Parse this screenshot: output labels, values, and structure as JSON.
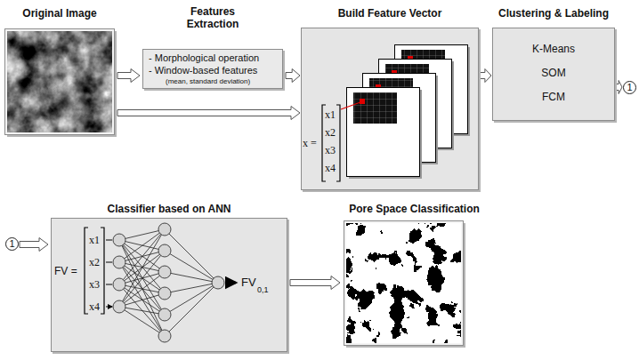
{
  "diagram": {
    "nodes": [
      {
        "text": [
          "Original Image"
        ]
      },
      {
        "text": [
          "Features Extraction",
          "- Morphological operation",
          "- Window-based features",
          "(mean, standard deviation)"
        ]
      },
      {
        "text": [
          "Build Feature Vector"
        ]
      },
      {
        "text": [
          "Clustering & Labeling",
          "K-Means",
          "SOM",
          "FCM"
        ]
      },
      {
        "text": [
          "1"
        ]
      },
      {
        "text": [
          "1"
        ]
      },
      {
        "text": [
          "Classifier based on ANN"
        ]
      },
      {
        "text": [
          "Pore Space Classification"
        ]
      }
    ],
    "edges": [
      {
        "from": 0,
        "to": 1,
        "arrow": "to"
      },
      {
        "from": 0,
        "to": 2,
        "arrow": "to"
      },
      {
        "from": 1,
        "to": 2,
        "arrow": "to"
      },
      {
        "from": 2,
        "to": 3,
        "arrow": "to"
      },
      {
        "from": 3,
        "to": 4,
        "arrow": "to"
      },
      {
        "from": 5,
        "to": 6,
        "arrow": "to"
      },
      {
        "from": 6,
        "to": 7,
        "arrow": "to"
      }
    ],
    "labels": [
      "x =",
      "x1",
      "x2",
      "x3",
      "x4",
      "FV =",
      "x1",
      "x2",
      "x3",
      "x4",
      "FV",
      "0,1"
    ]
  }
}
